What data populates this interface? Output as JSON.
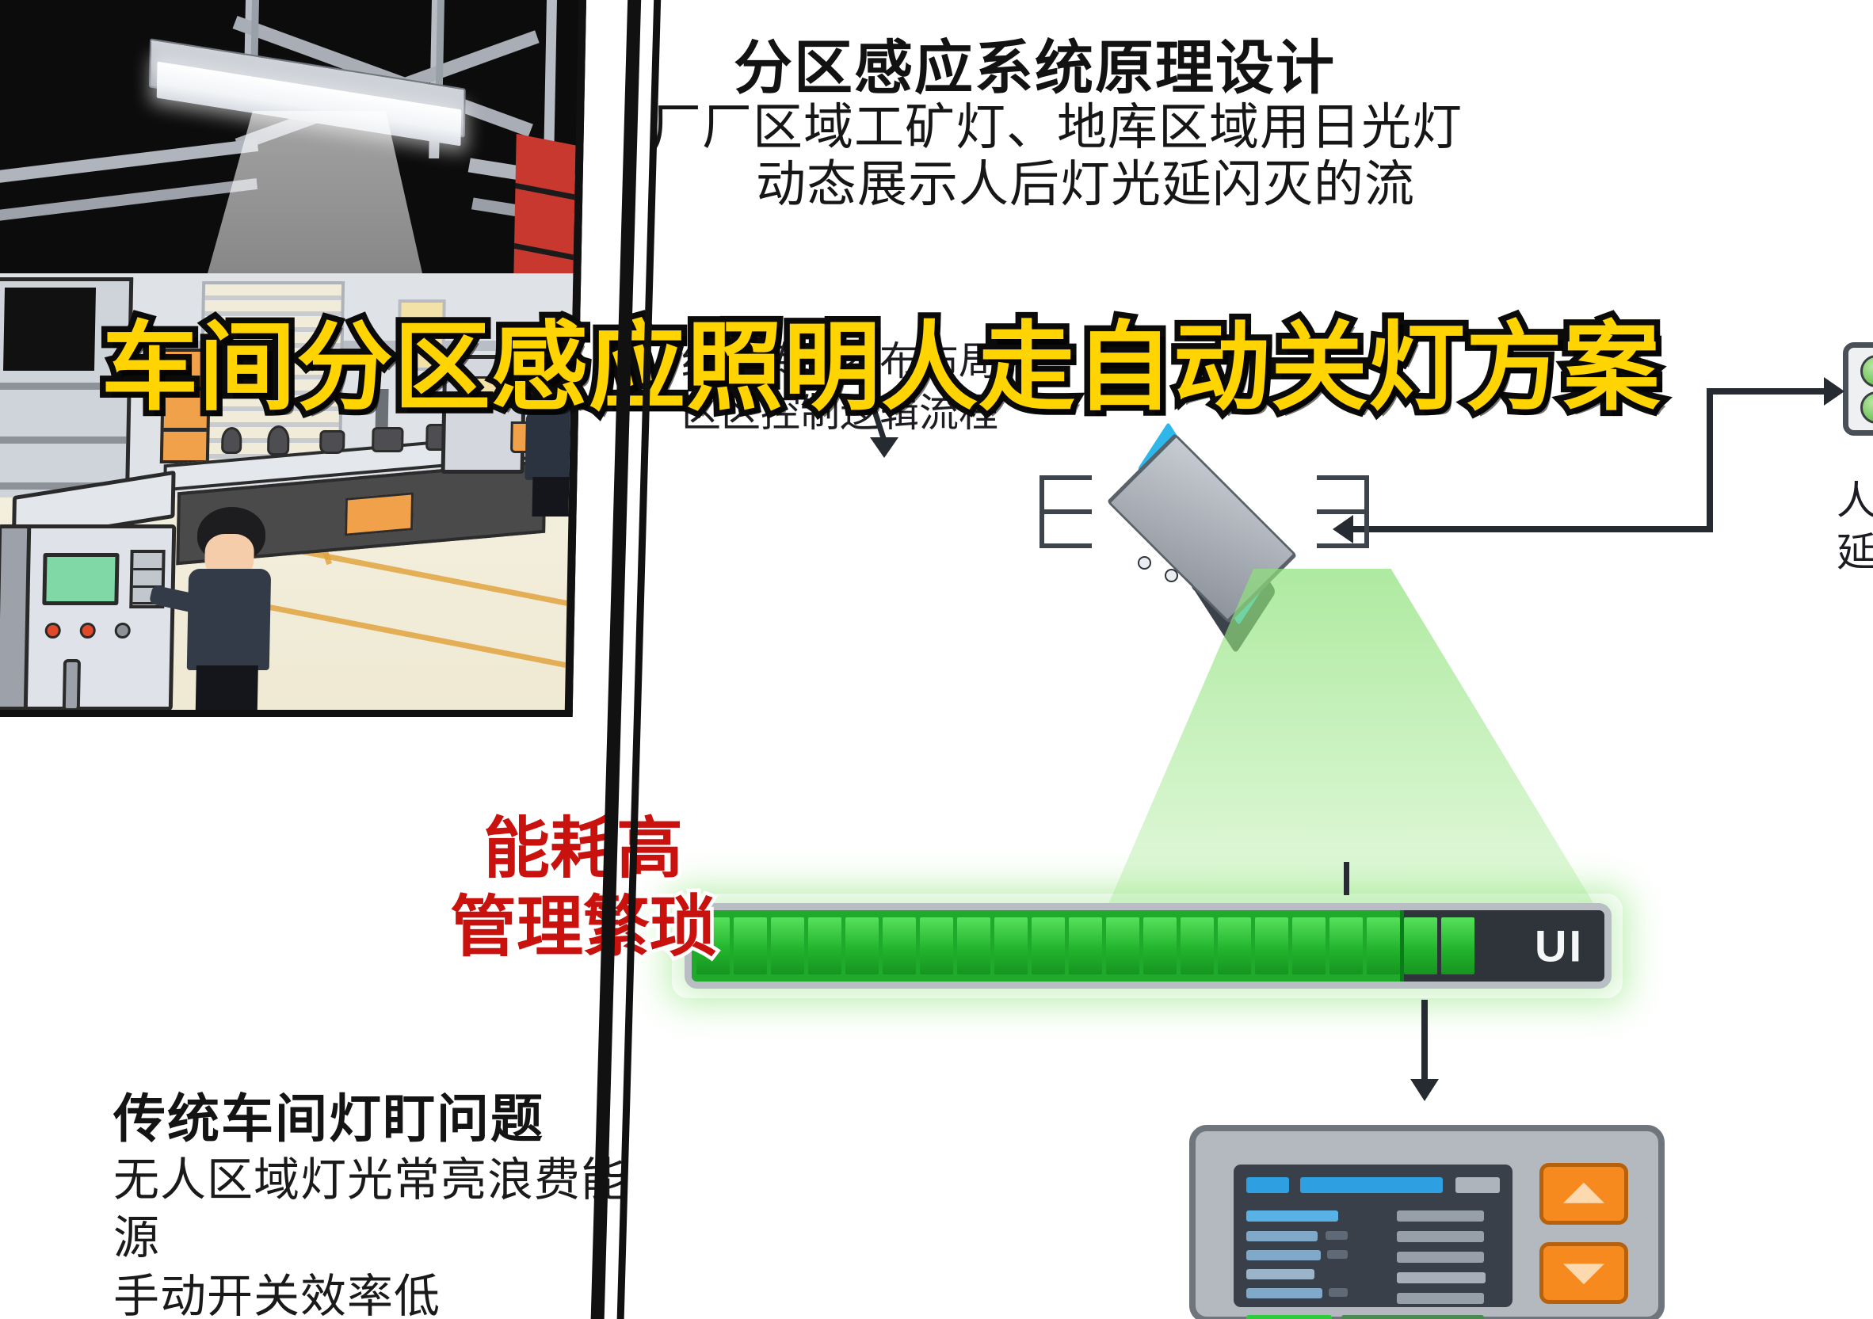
{
  "main_title": "车间分区感应照明人走自动关灯方案",
  "colors": {
    "title_fill": "#FFD400",
    "title_stroke": "#0b0b0b",
    "red_callout": "#C9110E",
    "led_green": "#6fc55a",
    "led_orange": "#f07d20",
    "accent_orange": "#f68a1e",
    "beam_green": "#8ce178",
    "divider": "#111111"
  },
  "left_panel": {
    "red_callout": {
      "line1": "能耗高",
      "line2": "管理繁琐"
    },
    "caption": {
      "title": "传统车间灯盯问题",
      "line1": "无人区域灯光常亮浪费能源",
      "line2": "手动开关效率低"
    },
    "scene": {
      "name": "workshop-illustration",
      "elements": [
        "ceiling-truss",
        "hanging-light-fixture",
        "light-cone",
        "work-bench",
        "control-console",
        "worker-at-console",
        "worker-standing",
        "roller-door",
        "orange-cabinet",
        "tool-bucket"
      ]
    }
  },
  "right_panel": {
    "heading": "分区感应系统原理设计",
    "subtitle_line1": "厂厂区域工矿灯、地库区域用日光灯",
    "subtitle_line2": "动态展示人后灯光延闪灭的流",
    "sensor_label": {
      "line1": "红外传感器布布局",
      "line2": "区区控制逻辑流程"
    },
    "after_label": {
      "line1": "人走后灯光",
      "line2": "延时闪流画"
    },
    "led_indicator": {
      "name": "led-status-grid",
      "rows": 2,
      "cols": 3,
      "states": [
        "green",
        "green",
        "orange",
        "green",
        "orange",
        "orange"
      ]
    },
    "progress_bar": {
      "name": "led-strip-bar",
      "segments": 21,
      "fill_percent": 78,
      "ui_label": "UI"
    },
    "control_panel": {
      "name": "wall-controller",
      "up_button": "▲",
      "down_button": "▼",
      "screen_rows": 6
    },
    "chip": {
      "name": "infrared-sensor-chip",
      "pin_count": 10
    }
  }
}
